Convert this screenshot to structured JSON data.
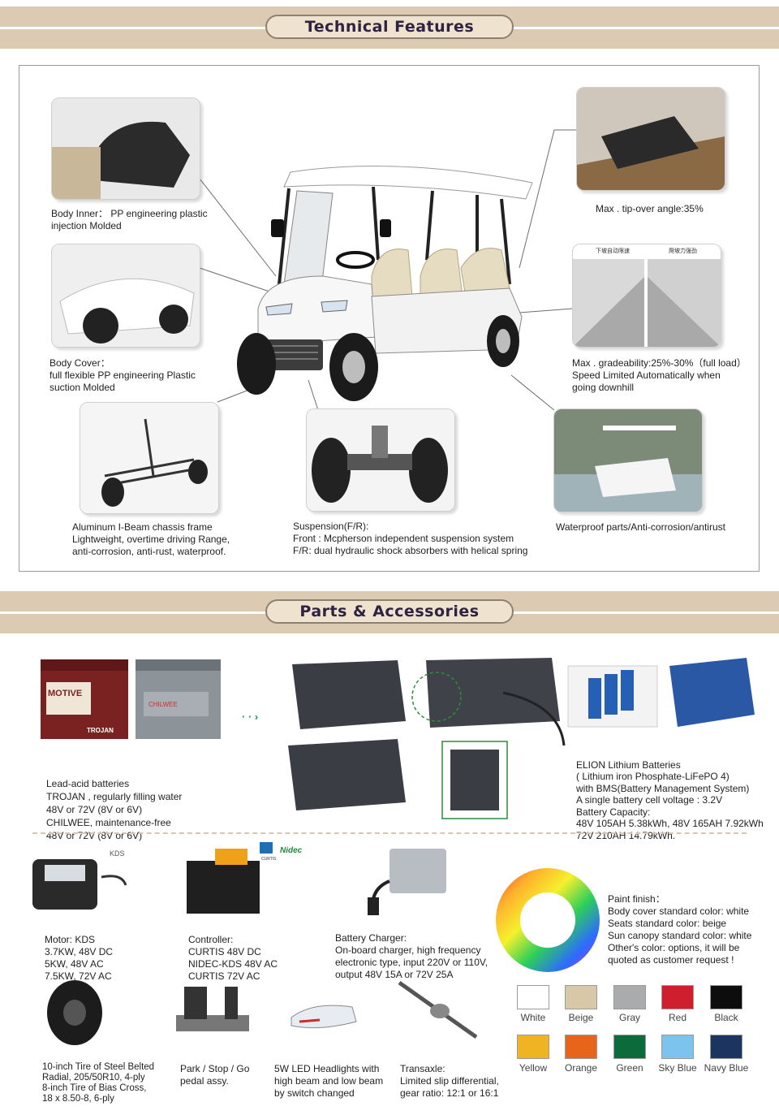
{
  "sections": {
    "technical": "Technical Features",
    "parts": "Parts & Accessories"
  },
  "features": {
    "body_inner": [
      "Body Inner： PP engineering plastic",
      "injection Molded"
    ],
    "body_cover": [
      "Body Cover：",
      "full flexible PP engineering Plastic",
      "suction Molded"
    ],
    "chassis": [
      "Aluminum I-Beam chassis frame",
      "Lightweight, overtime driving Range,",
      "anti-corrosion, anti-rust, waterproof."
    ],
    "suspension": [
      "Suspension(F/R):",
      "Front : Mcpherson independent suspension system",
      "F/R:  dual hydraulic shock absorbers with helical spring"
    ],
    "tipover": [
      "Max . tip-over angle:35%"
    ],
    "gradeability": [
      "Max . gradeability:25%-30%（full load）",
      "Speed Limited Automatically when",
      "going downhill"
    ],
    "waterproof": [
      "Waterproof parts/Anti-corrosion/antirust"
    ],
    "slope_labels": [
      "下坡自动限速",
      "爬坡力强劲"
    ]
  },
  "battery_labels": {
    "motive": "MOTIVE",
    "trojan": "TROJAN",
    "chilwee": "CHILWEE"
  },
  "lead_acid": [
    "Lead-acid batteries",
    "TROJAN , regularly filling water",
    "48V or 72V (8V or 6V)",
    "CHILWEE, maintenance-free",
    "48V or 72V (8V or 6V)"
  ],
  "lithium": [
    "ELION Lithium Batteries",
    "( Lithium iron Phosphate-LiFePO 4)",
    "with BMS(Battery Management System)",
    "A single battery cell voltage : 3.2V",
    "Battery Capacity:",
    "48V 105AH 5.38kWh,  48V 165AH 7.92kWh",
    "72V  210AH 14.79kWh."
  ],
  "motor": [
    "Motor: KDS",
    "3.7KW, 48V DC",
    "5KW, 48V AC",
    "7.5KW, 72V AC"
  ],
  "motor_brand": "KDS",
  "controller": [
    "Controller:",
    "CURTIS 48V DC",
    "NIDEC-KDS 48V AC",
    "CURTIS 72V AC"
  ],
  "controller_brands": [
    "CURTIS",
    "Nidec"
  ],
  "charger": [
    "Battery Charger:",
    "On-board charger, high frequency",
    "electronic type,  input 220V or 110V,",
    "output 48V 15A or 72V 25A"
  ],
  "paint": [
    "Paint finish：",
    "Body cover standard color: white",
    "Seats standard color: beige",
    "Sun canopy standard color: white",
    "Other's color: options, it will be",
    "quoted as customer request !"
  ],
  "tire": [
    "10-inch Tire of Steel Belted",
    "Radial, 205/50R10, 4-ply",
    "8-inch Tire of Bias Cross,",
    "18 x 8.50-8, 6-ply"
  ],
  "pedal": [
    "Park / Stop / Go",
    "pedal assy."
  ],
  "headlight": [
    "5W LED Headlights with",
    "high beam and low beam",
    "by switch changed"
  ],
  "transaxle": [
    "Transaxle:",
    "Limited slip differential,",
    "gear ratio: 12:1 or 16:1"
  ],
  "colors": [
    {
      "name": "White",
      "hex": "#ffffff"
    },
    {
      "name": "Beige",
      "hex": "#d8c8a8"
    },
    {
      "name": "Gray",
      "hex": "#a9abad"
    },
    {
      "name": "Red",
      "hex": "#cf1f2e"
    },
    {
      "name": "Black",
      "hex": "#0d0d0d"
    },
    {
      "name": "Yellow",
      "hex": "#f0b323"
    },
    {
      "name": "Orange",
      "hex": "#e8641b"
    },
    {
      "name": "Green",
      "hex": "#0b6b3a"
    },
    {
      "name": "Sky Blue",
      "hex": "#7cc4ee"
    },
    {
      "name": "Navy Blue",
      "hex": "#1b355e"
    }
  ]
}
